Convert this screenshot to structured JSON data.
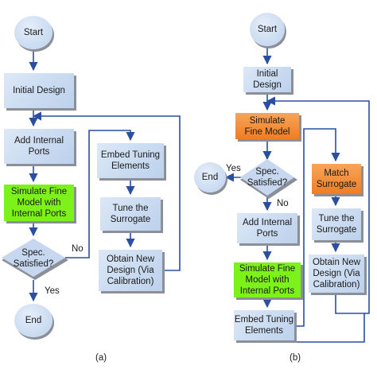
{
  "panel_a": {
    "start": "Start",
    "initial_design": "Initial Design",
    "add_internal_ports": "Add Internal\nPorts",
    "simulate_fine": "Simulate Fine\nModel with\nInternal Ports",
    "spec_satisfied": "Spec.\nSatisfied?",
    "no": "No",
    "yes": "Yes",
    "end": "End",
    "embed_tuning": "Embed Tuning\nElements",
    "tune_surrogate": "Tune the\nSurrogate",
    "obtain_design": "Obtain New\nDesign (Via\nCalibration)",
    "caption": "(a)"
  },
  "panel_b": {
    "start": "Start",
    "initial_design": "Initial\nDesign",
    "simulate_fine": "Simulate\nFine Model",
    "spec_satisfied": "Spec.\nSatisfied?",
    "yes": "Yes",
    "no": "No",
    "end": "End",
    "add_internal_ports": "Add Internal\nPorts",
    "simulate_fine_ports": "Simulate Fine\nModel with\nInternal Ports",
    "embed_tuning": "Embed Tuning\nElements",
    "match_surrogate": "Match\nSurrogate",
    "tune_surrogate": "Tune the\nSurrogate",
    "obtain_design": "Obtain New\nDesign (Via\nCalibration)",
    "caption": "(b)"
  },
  "colors": {
    "box": "#c6d7ef",
    "green": "#7cf21a",
    "orange": "#f08a2e",
    "line": "#2a4fa0",
    "shadow": "#8a8f98"
  }
}
